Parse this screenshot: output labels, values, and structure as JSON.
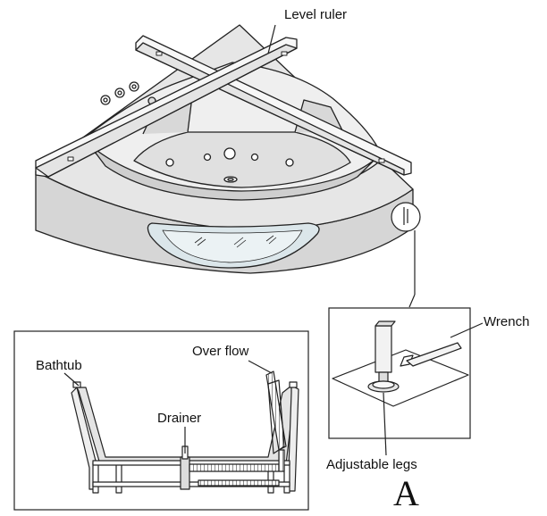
{
  "labels": {
    "level_ruler": "Level ruler",
    "wrench": "Wrench",
    "bathtub": "Bathtub",
    "over_flow": "Over flow",
    "drainer": "Drainer",
    "adjustable_legs": "Adjustable legs",
    "detail_letter": "A"
  },
  "colors": {
    "outline": "#222222",
    "tub_fill": "#e2e2e2",
    "tub_shadow": "#c9c9c9",
    "window_fill": "#cfe0e6",
    "ruler_fill": "#f4f4f4"
  }
}
